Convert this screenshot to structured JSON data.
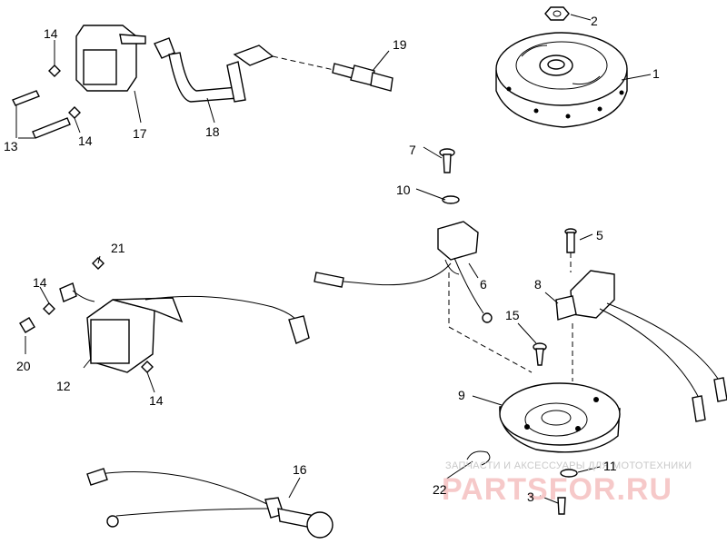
{
  "part_labels": {
    "p1": "1",
    "p2": "2",
    "p3": "3",
    "p5": "5",
    "p6": "6",
    "p7": "7",
    "p8": "8",
    "p9": "9",
    "p10": "10",
    "p11": "11",
    "p12": "12",
    "p13": "13",
    "p14a": "14",
    "p14b": "14",
    "p14c": "14",
    "p14d": "14",
    "p15": "15",
    "p16": "16",
    "p17": "17",
    "p18": "18",
    "p19": "19",
    "p20": "20",
    "p21": "21",
    "p22": "22"
  },
  "watermark": {
    "tagline": "ЗАПЧАСТИ И АКСЕССУАРЫ ДЛЯ МОТОТЕХНИКИ",
    "brand": "PARTSFOR.RU",
    "color": "#e8a0a0"
  }
}
